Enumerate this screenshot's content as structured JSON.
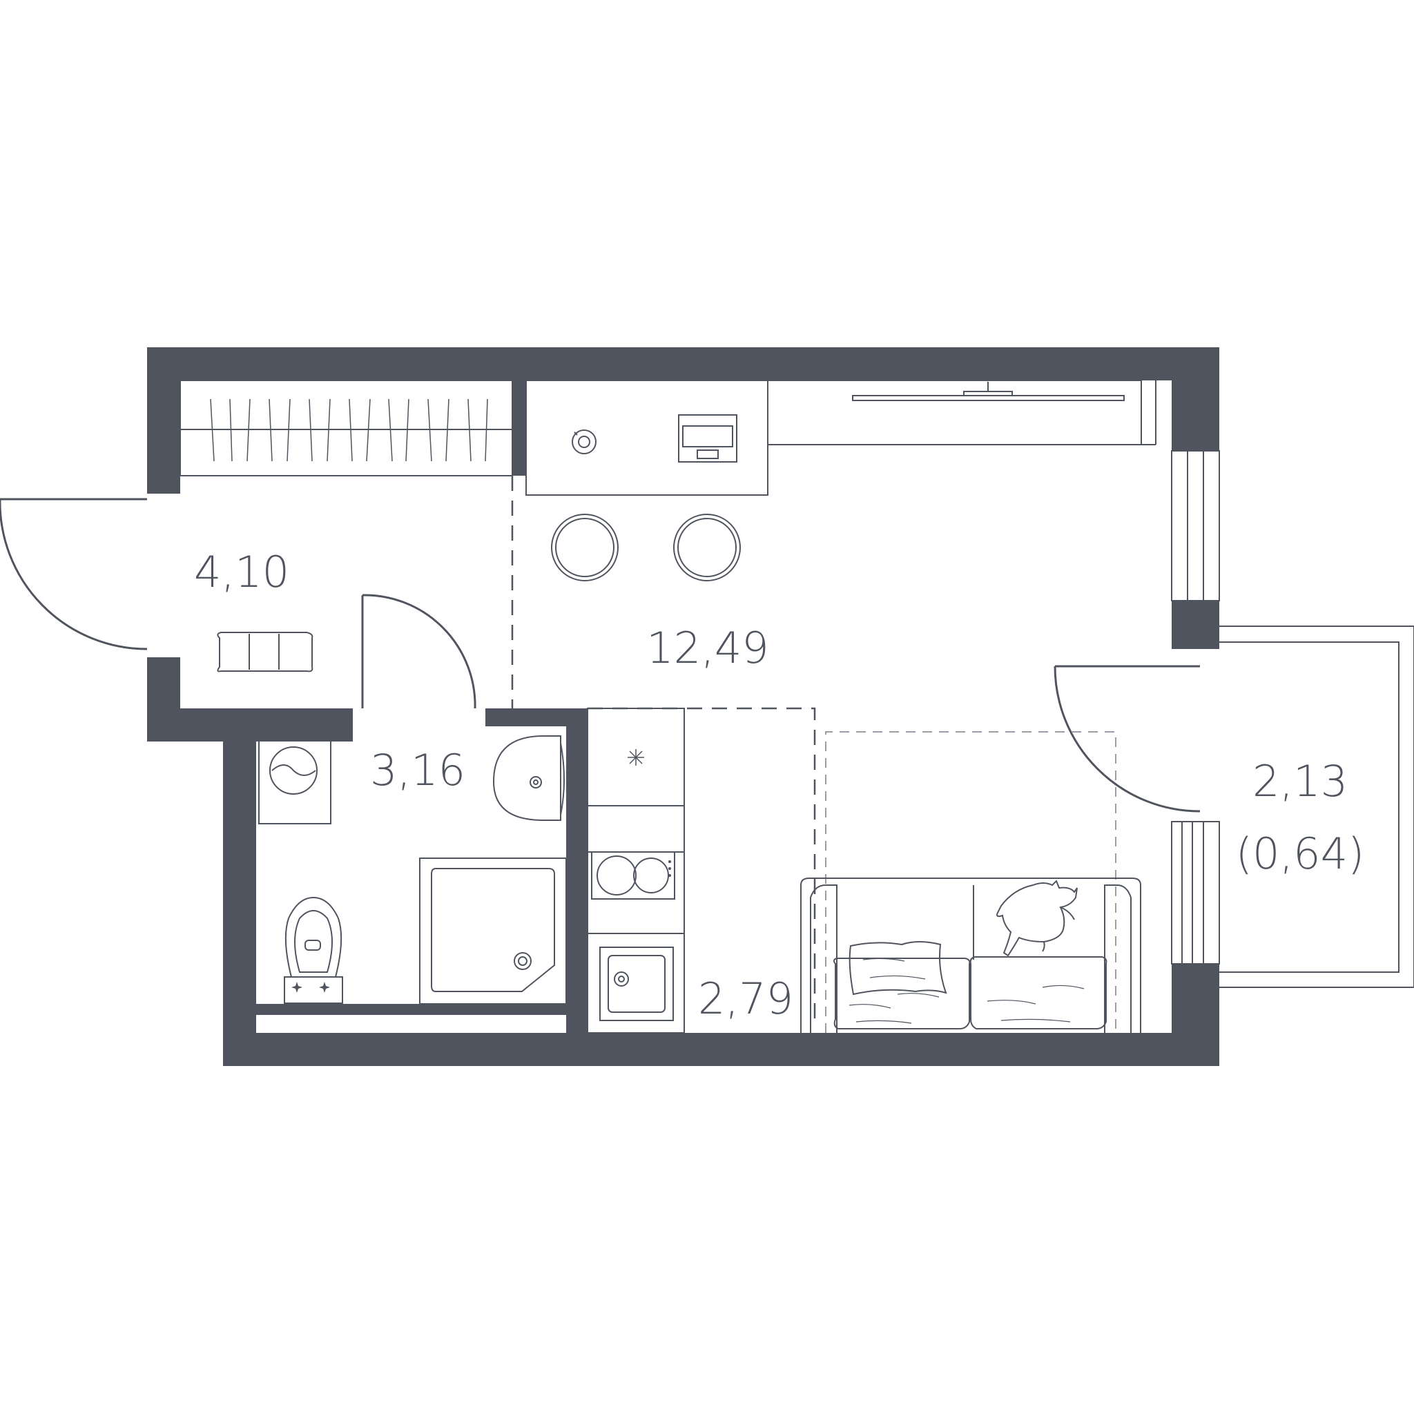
{
  "plan": {
    "wall_color": "#50545f",
    "line_color": "#50545f",
    "background": "#ffffff",
    "rooms": {
      "hallway": {
        "area": "4,10"
      },
      "living": {
        "area": "12,49"
      },
      "bathroom": {
        "area": "3,16"
      },
      "kitchen": {
        "area": "2,79"
      },
      "balcony": {
        "area": "2,13",
        "reduced_area": "(0,64)"
      }
    },
    "fixtures": [
      "wardrobe",
      "desk",
      "laptop",
      "desk-lamp",
      "chair",
      "chair",
      "tv-console",
      "tv",
      "washing-machine",
      "sink",
      "shower-tray",
      "toilet",
      "pouf",
      "fridge",
      "cooktop",
      "kitchen-sink",
      "sofa",
      "pillow",
      "cat"
    ]
  }
}
